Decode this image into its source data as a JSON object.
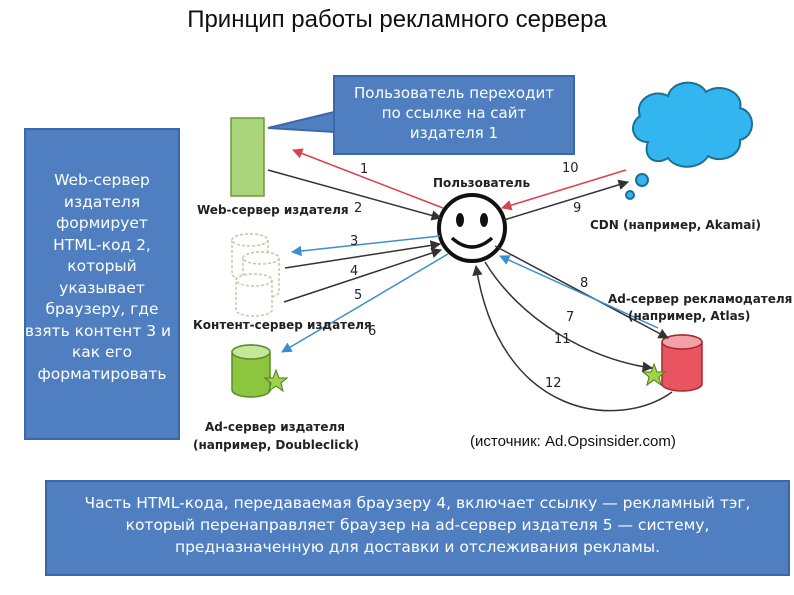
{
  "title": "Принцип работы рекламного сервера",
  "callout": {
    "line1": "Пользователь переходит",
    "line2": "по ссылке на сайт",
    "line3": "издателя 1"
  },
  "left_box": {
    "lines": [
      "Web-сервер",
      "издателя",
      "формирует",
      "HTML-код 2,",
      "который",
      "указывает",
      "браузеру, где",
      "взять контент 3 и",
      "как его",
      "форматировать"
    ]
  },
  "bottom_box": {
    "line1": "Часть HTML-кода, передаваемая браузеру 4, включает ссылку — рекламный тэг,",
    "line2": "который перенаправляет браузер на ad-сервер издателя 5 — систему,",
    "line3": "предназначенную для доставки и отслеживания рекламы."
  },
  "source": "(источник: Ad.Opsinsider.com)",
  "labels": {
    "user": "Пользователь",
    "web_server": "Web-сервер издателя",
    "content_server": "Контент-сервер издателя",
    "ad_server_pub_1": "Ad-сервер издателя",
    "ad_server_pub_2": "(например, Doubleclick)",
    "cdn": "CDN (например, Akamai)",
    "ad_server_adv_1": "Ad-сервер рекламодателя",
    "ad_server_adv_2": "(например, Atlas)"
  },
  "steps": [
    "1",
    "2",
    "3",
    "4",
    "5",
    "6",
    "7",
    "8",
    "9",
    "10",
    "11",
    "12"
  ],
  "colors": {
    "box_fill": "#4f7fc0",
    "web_server": "#a9d47a",
    "ad_server_pub": "#8cc63f",
    "ad_server_adv": "#e8545f",
    "cdn_cloud": "#33b5f0",
    "arrow_red": "#d9434b",
    "arrow_blue": "#3b8fd0",
    "arrow_dark": "#333333"
  }
}
